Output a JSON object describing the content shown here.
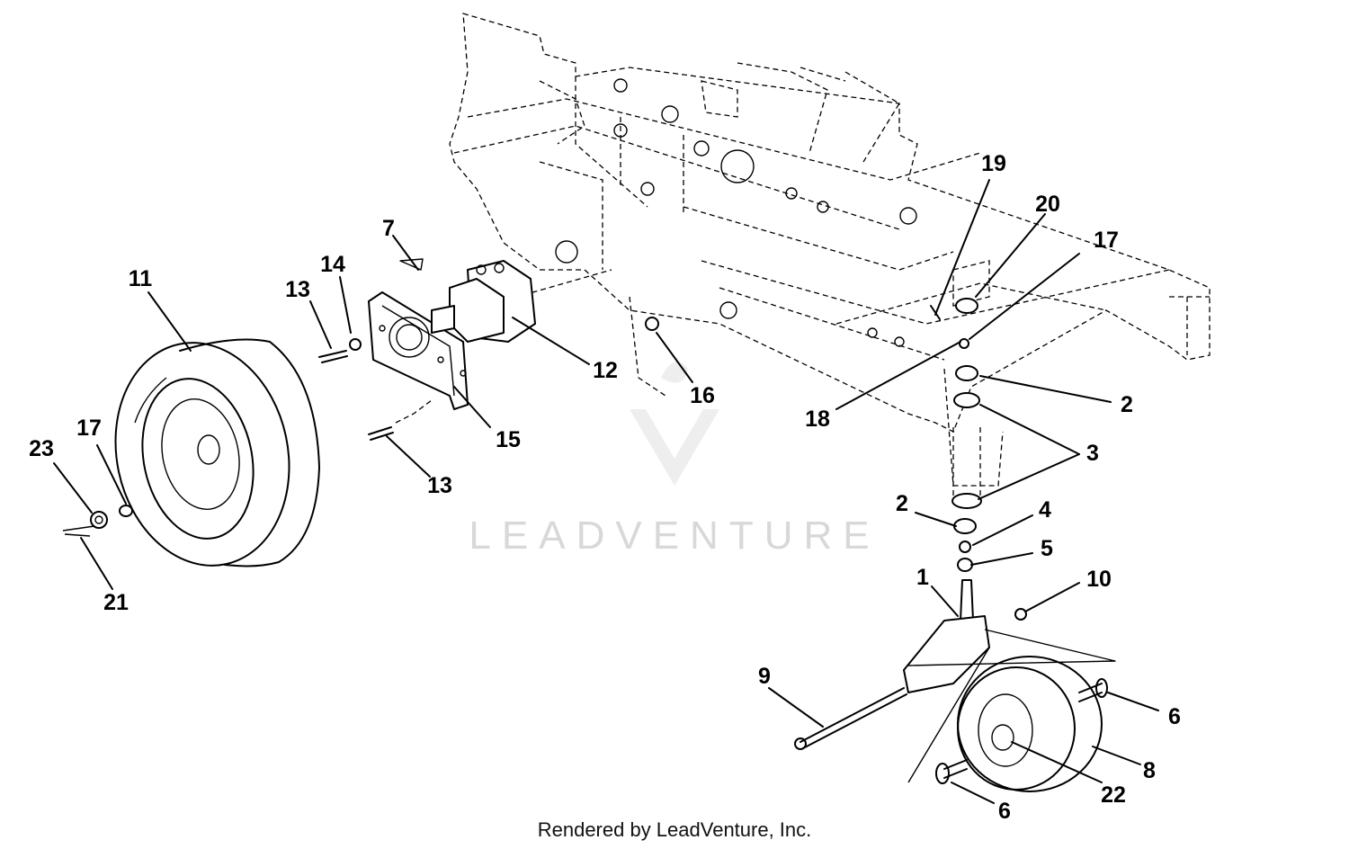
{
  "watermark": {
    "text": "LEADVENTURE",
    "color": "#d8d8d8"
  },
  "footer": {
    "text": "Rendered by LeadVenture, Inc."
  },
  "callouts": [
    {
      "label": "1"
    },
    {
      "label": "2"
    },
    {
      "label": "2"
    },
    {
      "label": "3"
    },
    {
      "label": "4"
    },
    {
      "label": "5"
    },
    {
      "label": "6"
    },
    {
      "label": "6"
    },
    {
      "label": "7"
    },
    {
      "label": "8"
    },
    {
      "label": "9"
    },
    {
      "label": "10"
    },
    {
      "label": "11"
    },
    {
      "label": "12"
    },
    {
      "label": "13"
    },
    {
      "label": "13"
    },
    {
      "label": "14"
    },
    {
      "label": "15"
    },
    {
      "label": "16"
    },
    {
      "label": "17"
    },
    {
      "label": "17"
    },
    {
      "label": "18"
    },
    {
      "label": "19"
    },
    {
      "label": "20"
    },
    {
      "label": "21"
    },
    {
      "label": "22"
    },
    {
      "label": "23"
    }
  ]
}
